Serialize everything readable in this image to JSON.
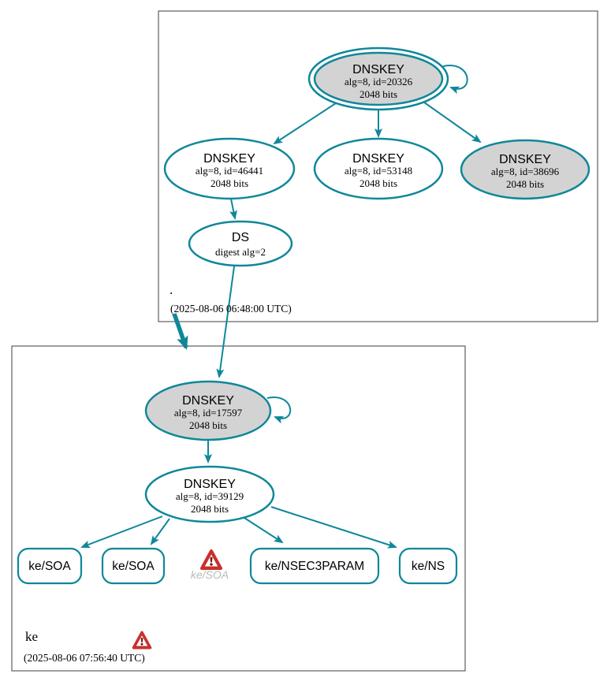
{
  "colors": {
    "edge_teal": "#0f879a",
    "sep_key_fill": "#d3d3d3",
    "warning_red": "#c9302c",
    "warning_dark": "#7e1414",
    "muted_gray": "#b9b9b9",
    "zone_box_border": "#5f5f5f"
  },
  "zones": [
    {
      "name": ".",
      "timestamp": "(2025-08-06 06:48:00 UTC)",
      "nodes": {
        "ksk": {
          "type": "DNSKEY",
          "detail": "alg=8, id=20326",
          "bits": "2048 bits"
        },
        "zsk1": {
          "type": "DNSKEY",
          "detail": "alg=8, id=46441",
          "bits": "2048 bits"
        },
        "zsk2": {
          "type": "DNSKEY",
          "detail": "alg=8, id=53148",
          "bits": "2048 bits"
        },
        "key3": {
          "type": "DNSKEY",
          "detail": "alg=8, id=38696",
          "bits": "2048 bits"
        },
        "ds": {
          "type": "DS",
          "detail": "digest alg=2"
        }
      }
    },
    {
      "name": "ke",
      "timestamp": "(2025-08-06 07:56:40 UTC)",
      "nodes": {
        "ksk": {
          "type": "DNSKEY",
          "detail": "alg=8, id=17597",
          "bits": "2048 bits"
        },
        "zsk": {
          "type": "DNSKEY",
          "detail": "alg=8, id=39129",
          "bits": "2048 bits"
        }
      },
      "rrsets": [
        {
          "label": "ke/SOA"
        },
        {
          "label": "ke/SOA"
        },
        {
          "label": "ke/SOA",
          "status": "warning"
        },
        {
          "label": "ke/NSEC3PARAM"
        },
        {
          "label": "ke/NS"
        }
      ]
    }
  ]
}
